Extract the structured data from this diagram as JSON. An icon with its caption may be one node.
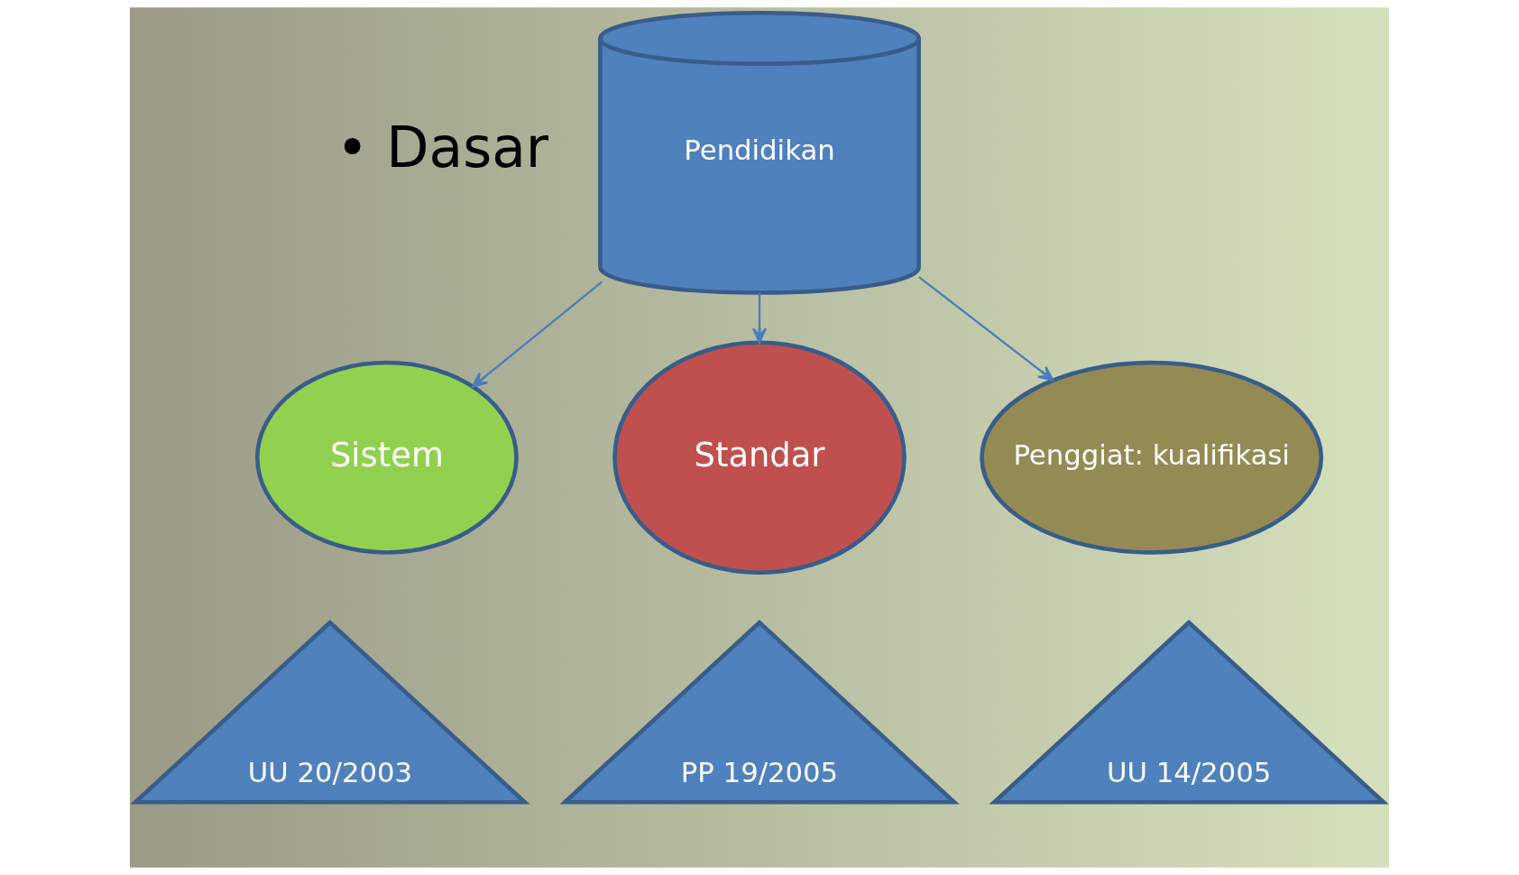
{
  "diagram": {
    "nodes": [
      {
        "text": [
          "Pendidikan"
        ]
      },
      {
        "text": [
          "Sistem"
        ]
      },
      {
        "text": [
          "Standar"
        ]
      },
      {
        "text": [
          "Penggiat: kualifikasi"
        ]
      },
      {
        "text": [
          "UU 20/2003"
        ]
      },
      {
        "text": [
          "PP 19/2005"
        ]
      },
      {
        "text": [
          "UU 14/2005"
        ]
      }
    ],
    "edges": [
      {
        "from": 0,
        "to": 1,
        "arrow": "to"
      },
      {
        "from": 0,
        "to": 2,
        "arrow": "to"
      },
      {
        "from": 0,
        "to": 3,
        "arrow": "to"
      }
    ],
    "labels": [
      "• Dasar"
    ]
  }
}
